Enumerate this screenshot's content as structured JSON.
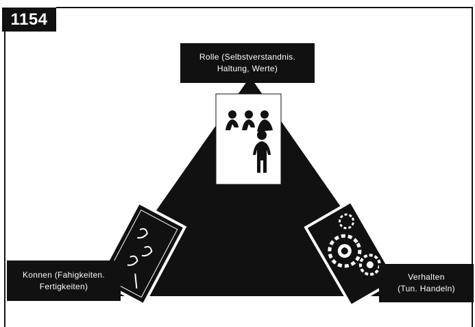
{
  "slide": {
    "number": "1154"
  },
  "diagram": {
    "top_label": {
      "line1": "Rolle (Selbstverstandnis.",
      "line2": "Haltung, Werte)"
    },
    "left_label": {
      "line1": "Konnen (Fahigkeiten.",
      "line2": "Fertigkeiten)"
    },
    "right_label": {
      "line1": "Verhalten",
      "line2": "(Tun. Handeln)"
    },
    "icons": {
      "top": "people-group-icon",
      "left": "hand-writing-icon",
      "right": "gears-icon"
    },
    "colors": {
      "foreground": "#111111",
      "background": "#ffffff"
    }
  }
}
